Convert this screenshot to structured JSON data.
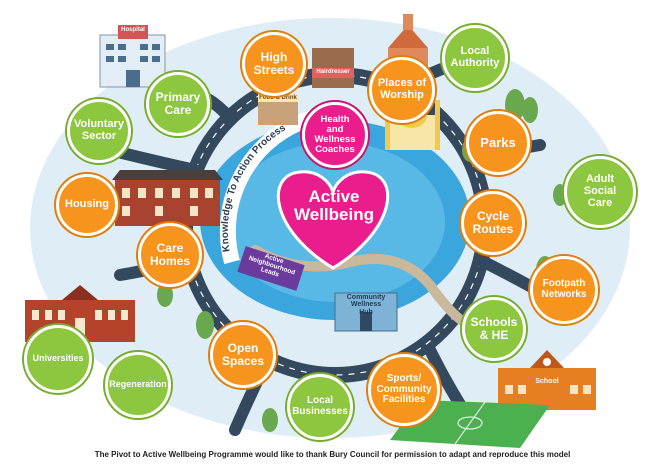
{
  "diagram": {
    "centre_title": "Active\nWellbeing",
    "coaches": "Health\nand\nWellness\nCoaches",
    "arc_text": "Knowledge To Action Process",
    "leads_sign": "Active\nNeighbourhood\nLeads",
    "hub_sign": "Community\nWellness\nHub",
    "nodes": {
      "high_streets": "High\nStreets",
      "places_of_worship": "Places of\nWorship",
      "local_authority": "Local\nAuthority",
      "primary_care": "Primary\nCare",
      "voluntary_sector": "Voluntary\nSector",
      "parks": "Parks",
      "adult_social_care": "Adult\nSocial\nCare",
      "housing": "Housing",
      "cycle_routes": "Cycle\nRoutes",
      "care_homes": "Care\nHomes",
      "footpath_networks": "Footpath\nNetworks",
      "schools_he": "Schools\n& HE",
      "universities": "Universities",
      "open_spaces": "Open\nSpaces",
      "regeneration": "Regeneration",
      "sports_community": "Sports/\nCommunity\nFacilities",
      "local_businesses": "Local\nBusinesses"
    },
    "signs": {
      "hospital": "Hospital",
      "hairdresser": "Hairdresser",
      "food_drink": "Food & Drink",
      "school": "School"
    },
    "footer": "The Pivot to Active Wellbeing Programme would like to thank Bury Council for permission to adapt and reproduce this model"
  },
  "colors": {
    "green": "#8dc63f",
    "orange": "#f7941d",
    "pink": "#e91e8c",
    "road": "#34495e",
    "water": "#3aa6dd"
  }
}
